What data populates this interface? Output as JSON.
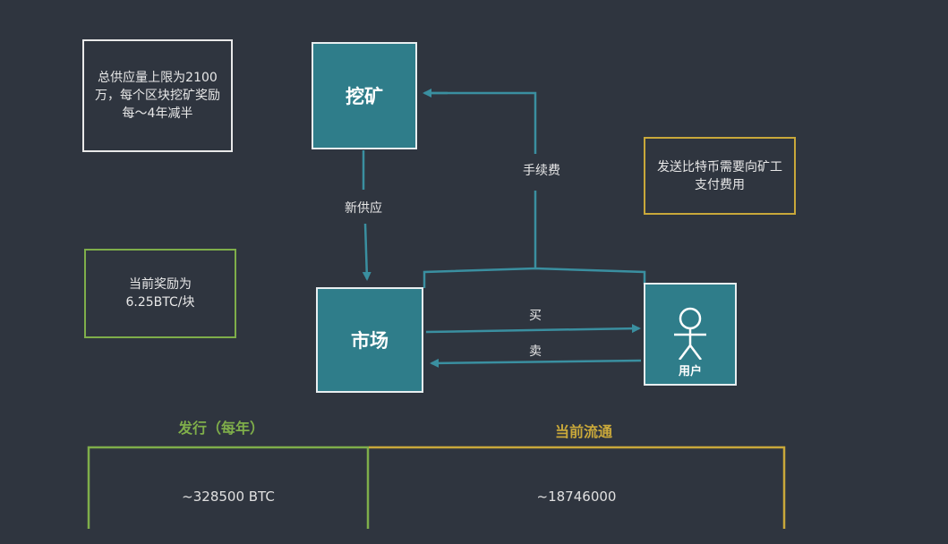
{
  "notes": {
    "supply_cap": "总供应量上限为2100万，每个区块挖矿奖励每～4年减半",
    "current_reward": "当前奖励为 6.25BTC/块",
    "fee_note": "发送比特币需要向矿工支付费用"
  },
  "nodes": {
    "mining": "挖矿",
    "market": "市场",
    "user": "用户"
  },
  "edges": {
    "new_supply": "新供应",
    "fee": "手续费",
    "buy": "买",
    "sell": "卖"
  },
  "table": {
    "issuance_title": "发行（每年）",
    "issuance_value": "~328500 BTC",
    "circulation_title": "当前流通",
    "circulation_value": "~18746000"
  },
  "colors": {
    "background": "#2f353f",
    "node_fill": "#2f7d8a",
    "arrow": "#3a8fa0",
    "green": "#7fae4a",
    "yellow": "#c9a83a"
  }
}
